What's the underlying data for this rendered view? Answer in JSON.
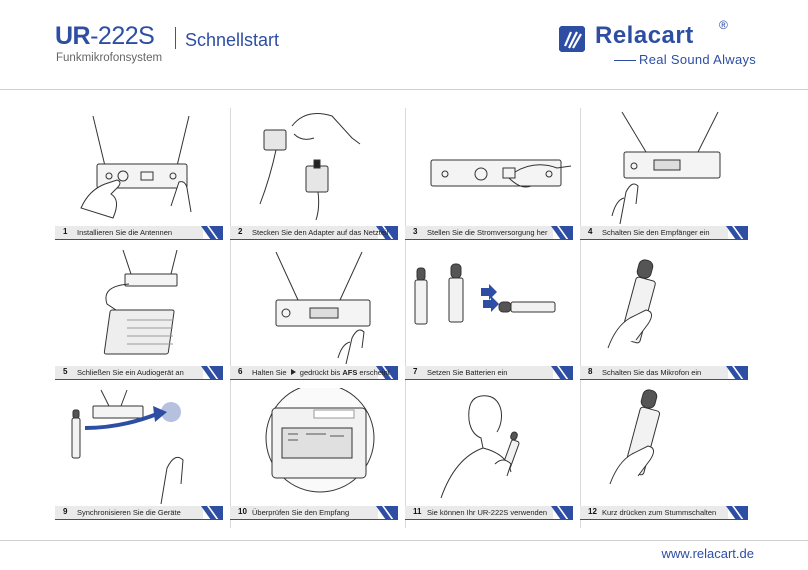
{
  "header": {
    "model_prefix": "UR",
    "model_suffix": "-222S",
    "title": "Schnellstart",
    "subtitle": "Funkmikrofonsystem",
    "brand": "Relacart",
    "registered": "®",
    "slogan": "Real Sound Always"
  },
  "steps": [
    {
      "num": "1",
      "caption": "Installieren Sie die Antennen",
      "illustration": "receiver-antennas-hand"
    },
    {
      "num": "2",
      "caption": "Stecken Sie den Adapter auf das Netzteil",
      "illustration": "power-adapter-plug"
    },
    {
      "num": "3",
      "caption": "Stellen Sie die Stromversorgung her",
      "illustration": "receiver-rear-power"
    },
    {
      "num": "4",
      "caption": "Schalten Sie den Empfänger ein",
      "illustration": "receiver-power-button"
    },
    {
      "num": "5",
      "caption": "Schließen Sie ein Audiogerät an",
      "illustration": "receiver-mixer-cable"
    },
    {
      "num": "6",
      "caption_pre": "Halten Sie",
      "caption_mid": "gedrückt bis",
      "caption_bold": "AFS",
      "caption_post": "erscheint",
      "illustration": "receiver-front-hold"
    },
    {
      "num": "7",
      "caption": "Setzen Sie Batterien ein",
      "illustration": "microphone-batteries"
    },
    {
      "num": "8",
      "caption": "Schalten Sie das Mikrofon ein",
      "illustration": "microphone-hand-on"
    },
    {
      "num": "9",
      "caption": "Synchronisieren Sie die Geräte",
      "illustration": "sync-devices"
    },
    {
      "num": "10",
      "caption": "Überprüfen Sie den Empfang",
      "illustration": "receiver-display-closeup"
    },
    {
      "num": "11",
      "caption": "Sie können Ihr UR-222S verwenden",
      "illustration": "person-singing"
    },
    {
      "num": "12",
      "caption": "Kurz drücken zum Stummschalten",
      "illustration": "microphone-mute"
    }
  ],
  "footer": {
    "url": "www.relacart.de"
  },
  "colors": {
    "accent": "#2d4ea2",
    "bar_gray": "#eaeaea",
    "line": "#333333"
  }
}
